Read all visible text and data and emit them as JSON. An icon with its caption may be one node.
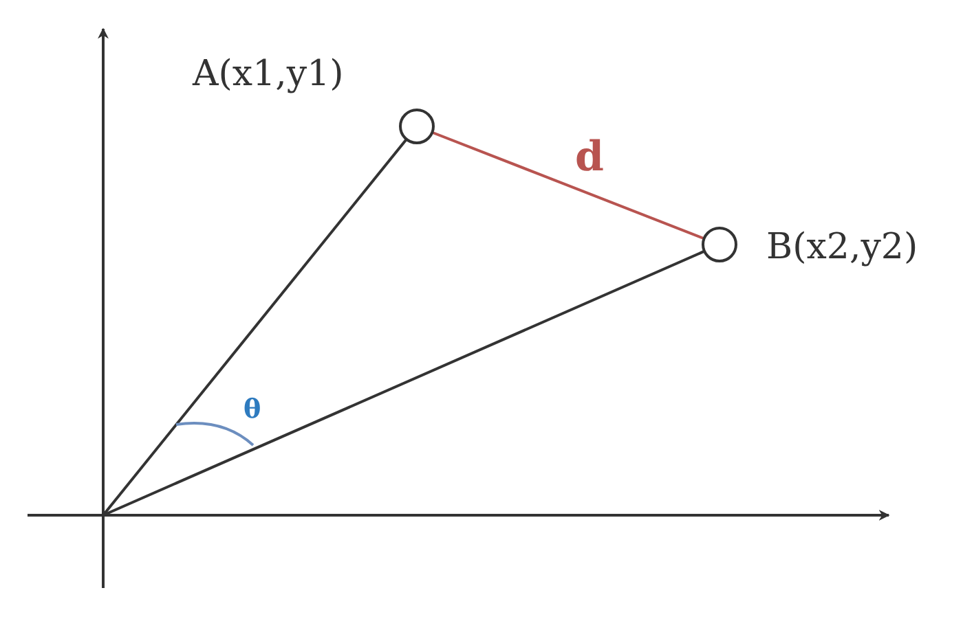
{
  "diagram": {
    "nodes": [
      {
        "text": [],
        "shape": "circle",
        "beside": [
          "A(x1,y1)"
        ]
      },
      {
        "text": [],
        "shape": "circle",
        "beside": [
          "B(x2,y2)"
        ]
      }
    ],
    "edges": [
      {
        "from": null,
        "to": 0,
        "arrow": "none"
      },
      {
        "from": null,
        "to": 1,
        "arrow": "none"
      },
      {
        "from": 0,
        "to": 1,
        "arrow": "none",
        "label": "d",
        "color": "#b85450"
      }
    ],
    "labels": [
      "θ"
    ]
  }
}
